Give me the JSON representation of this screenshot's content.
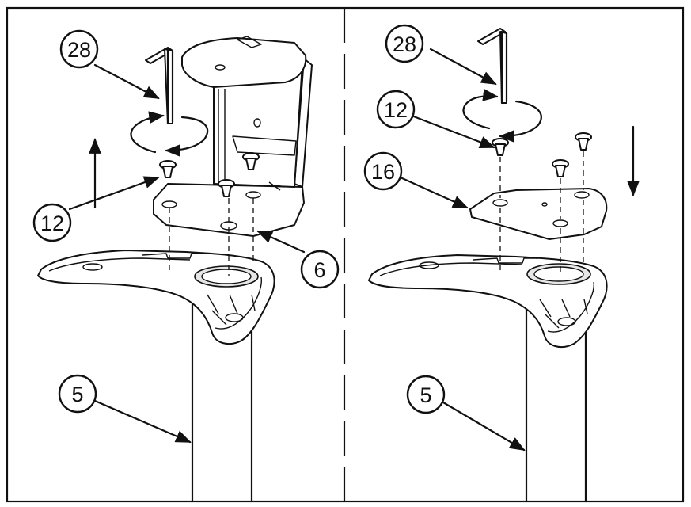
{
  "left_panel": {
    "callouts": [
      {
        "label": "28"
      },
      {
        "label": "12"
      },
      {
        "label": "6"
      },
      {
        "label": "5"
      }
    ]
  },
  "right_panel": {
    "callouts": [
      {
        "label": "28"
      },
      {
        "label": "12"
      },
      {
        "label": "16"
      },
      {
        "label": "5"
      }
    ]
  }
}
